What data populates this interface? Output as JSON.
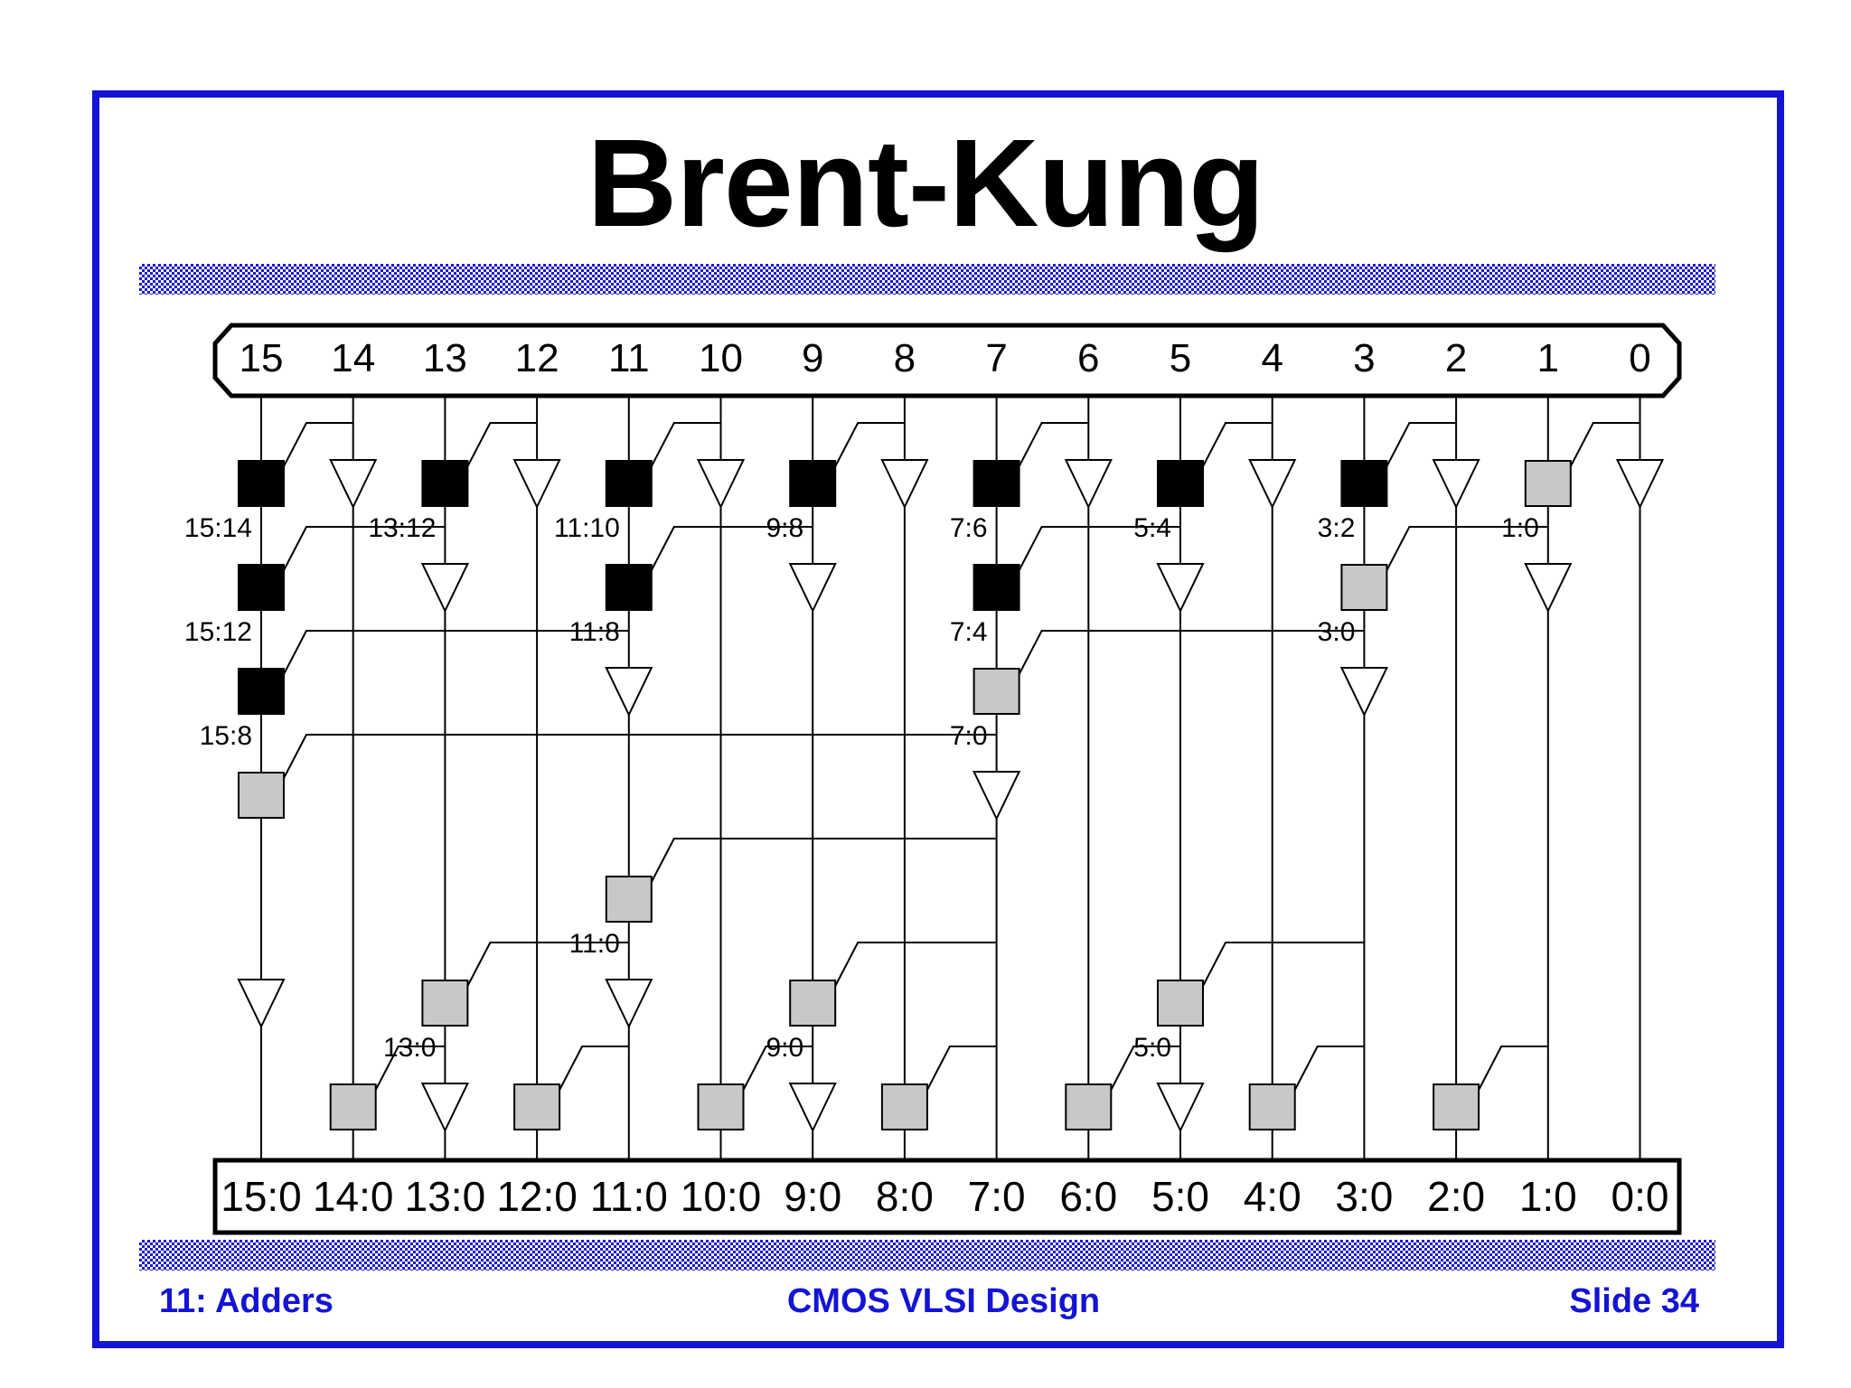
{
  "title": "Brent-Kung",
  "footer": {
    "left": "11: Adders",
    "center": "CMOS VLSI Design",
    "right": "Slide 34"
  },
  "colors": {
    "frame": "#1414d4",
    "black_cell": "#000000",
    "gray_cell": "#c8c8c8",
    "wire": "#000000"
  },
  "diagram": {
    "inputs": [
      "15",
      "14",
      "13",
      "12",
      "11",
      "10",
      "9",
      "8",
      "7",
      "6",
      "5",
      "4",
      "3",
      "2",
      "1",
      "0"
    ],
    "outputs": [
      "15:0",
      "14:0",
      "13:0",
      "12:0",
      "11:0",
      "10:0",
      "9:0",
      "8:0",
      "7:0",
      "6:0",
      "5:0",
      "4:0",
      "3:0",
      "2:0",
      "1:0",
      "0:0"
    ],
    "cells": [
      {
        "col": 15,
        "row": 1,
        "type": "black",
        "from": 14
      },
      {
        "col": 14,
        "row": 1,
        "type": "buffer"
      },
      {
        "col": 13,
        "row": 1,
        "type": "black",
        "from": 12
      },
      {
        "col": 12,
        "row": 1,
        "type": "buffer"
      },
      {
        "col": 11,
        "row": 1,
        "type": "black",
        "from": 10
      },
      {
        "col": 10,
        "row": 1,
        "type": "buffer"
      },
      {
        "col": 9,
        "row": 1,
        "type": "black",
        "from": 8
      },
      {
        "col": 8,
        "row": 1,
        "type": "buffer"
      },
      {
        "col": 7,
        "row": 1,
        "type": "black",
        "from": 6
      },
      {
        "col": 6,
        "row": 1,
        "type": "buffer"
      },
      {
        "col": 5,
        "row": 1,
        "type": "black",
        "from": 4
      },
      {
        "col": 4,
        "row": 1,
        "type": "buffer"
      },
      {
        "col": 3,
        "row": 1,
        "type": "black",
        "from": 2
      },
      {
        "col": 2,
        "row": 1,
        "type": "buffer"
      },
      {
        "col": 1,
        "row": 1,
        "type": "gray",
        "from": 0
      },
      {
        "col": 0,
        "row": 1,
        "type": "buffer"
      },
      {
        "col": 15,
        "row": 2,
        "type": "black",
        "from": 13
      },
      {
        "col": 13,
        "row": 2,
        "type": "buffer"
      },
      {
        "col": 11,
        "row": 2,
        "type": "black",
        "from": 9
      },
      {
        "col": 9,
        "row": 2,
        "type": "buffer"
      },
      {
        "col": 7,
        "row": 2,
        "type": "black",
        "from": 5
      },
      {
        "col": 5,
        "row": 2,
        "type": "buffer"
      },
      {
        "col": 3,
        "row": 2,
        "type": "gray",
        "from": 1
      },
      {
        "col": 1,
        "row": 2,
        "type": "buffer"
      },
      {
        "col": 15,
        "row": 3,
        "type": "black",
        "from": 11
      },
      {
        "col": 11,
        "row": 3,
        "type": "buffer"
      },
      {
        "col": 7,
        "row": 3,
        "type": "gray",
        "from": 3
      },
      {
        "col": 3,
        "row": 3,
        "type": "buffer"
      },
      {
        "col": 15,
        "row": 4,
        "type": "gray",
        "from": 7
      },
      {
        "col": 7,
        "row": 4,
        "type": "buffer"
      },
      {
        "col": 11,
        "row": 5,
        "type": "gray",
        "from": 7
      },
      {
        "col": 15,
        "row": 6,
        "type": "buffer"
      },
      {
        "col": 13,
        "row": 6,
        "type": "gray",
        "from": 11
      },
      {
        "col": 11,
        "row": 6,
        "type": "buffer"
      },
      {
        "col": 9,
        "row": 6,
        "type": "gray",
        "from": 7
      },
      {
        "col": 5,
        "row": 6,
        "type": "gray",
        "from": 3
      },
      {
        "col": 14,
        "row": 7,
        "type": "gray",
        "from": 13
      },
      {
        "col": 13,
        "row": 7,
        "type": "buffer"
      },
      {
        "col": 12,
        "row": 7,
        "type": "gray",
        "from": 11
      },
      {
        "col": 10,
        "row": 7,
        "type": "gray",
        "from": 9
      },
      {
        "col": 9,
        "row": 7,
        "type": "buffer"
      },
      {
        "col": 8,
        "row": 7,
        "type": "gray",
        "from": 7
      },
      {
        "col": 6,
        "row": 7,
        "type": "gray",
        "from": 5
      },
      {
        "col": 5,
        "row": 7,
        "type": "buffer"
      },
      {
        "col": 4,
        "row": 7,
        "type": "gray",
        "from": 3
      },
      {
        "col": 2,
        "row": 7,
        "type": "gray",
        "from": 1
      }
    ],
    "labels": [
      {
        "col": 15,
        "row": 1,
        "text": "15:14"
      },
      {
        "col": 13,
        "row": 1,
        "text": "13:12"
      },
      {
        "col": 11,
        "row": 1,
        "text": "11:10"
      },
      {
        "col": 9,
        "row": 1,
        "text": "9:8"
      },
      {
        "col": 7,
        "row": 1,
        "text": "7:6"
      },
      {
        "col": 5,
        "row": 1,
        "text": "5:4"
      },
      {
        "col": 3,
        "row": 1,
        "text": "3:2"
      },
      {
        "col": 1,
        "row": 1,
        "text": "1:0"
      },
      {
        "col": 15,
        "row": 2,
        "text": "15:12"
      },
      {
        "col": 11,
        "row": 2,
        "text": "11:8"
      },
      {
        "col": 7,
        "row": 2,
        "text": "7:4"
      },
      {
        "col": 3,
        "row": 2,
        "text": "3:0"
      },
      {
        "col": 15,
        "row": 3,
        "text": "15:8"
      },
      {
        "col": 7,
        "row": 3,
        "text": "7:0"
      },
      {
        "col": 11,
        "row": 5,
        "text": "11:0"
      },
      {
        "col": 13,
        "row": 6,
        "text": "13:0"
      },
      {
        "col": 9,
        "row": 6,
        "text": "9:0"
      },
      {
        "col": 5,
        "row": 6,
        "text": "5:0"
      }
    ]
  }
}
